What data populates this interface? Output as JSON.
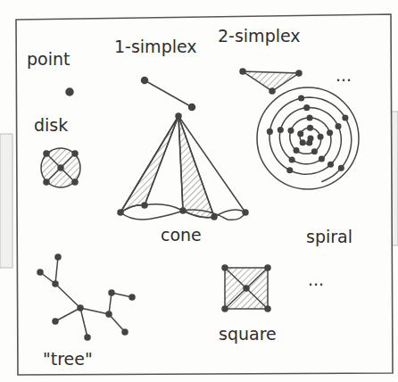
{
  "diagram": {
    "labels": [
      "point",
      "1-simplex",
      "2-simplex",
      "...",
      "disk",
      "cone",
      "spiral",
      "...",
      "\"tree\"",
      "square"
    ]
  }
}
